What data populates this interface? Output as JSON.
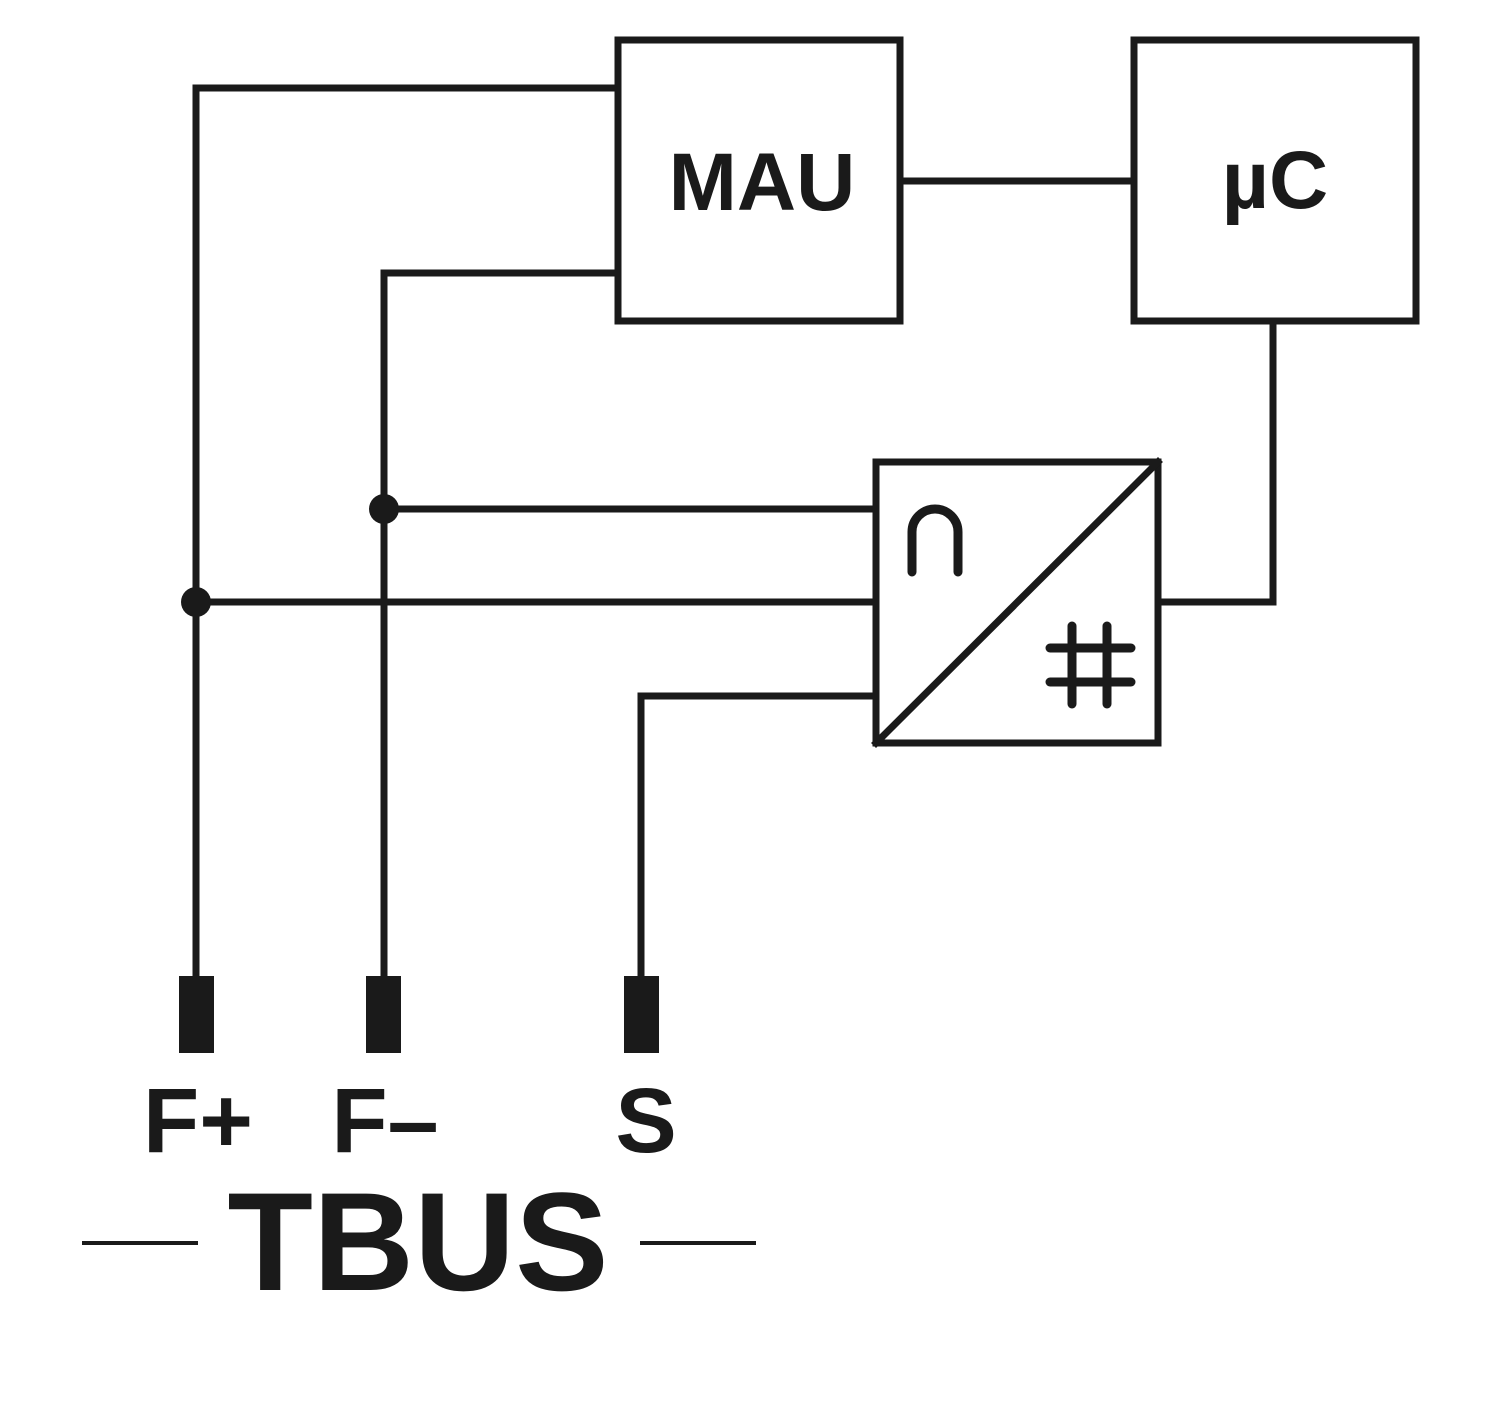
{
  "blocks": {
    "mau": "MAU",
    "microcontroller": "µC"
  },
  "converter": {
    "input_symbol": "voltage-symbol",
    "output_symbol": "digital-hash-symbol"
  },
  "terminals": {
    "f_plus": "F+",
    "f_minus": "F–",
    "s": "S"
  },
  "bus": {
    "label": "TBUS"
  },
  "colors": {
    "line": "#1a1a1a",
    "background": "#ffffff"
  }
}
